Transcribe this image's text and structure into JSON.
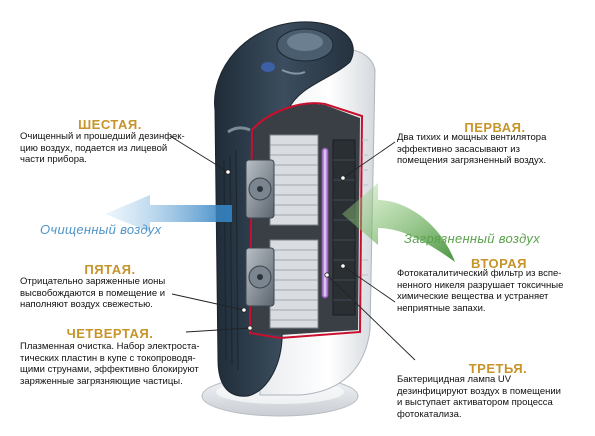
{
  "colors": {
    "heading": "#c7942a",
    "clean_air": "#4f95c8",
    "dirty_air": "#5aa24a",
    "body_dark": "#2f3e4c",
    "accent_red": "#c8102e"
  },
  "labels": {
    "clean_air": "Очищенный воздух",
    "dirty_air": "Загрязненный воздух"
  },
  "stages": {
    "sixth": {
      "title": "ШЕСТАЯ.",
      "lines": [
        "Очищенный и прошедший дезинфек-",
        "цию воздух, подается из лицевой",
        "части прибора."
      ]
    },
    "first": {
      "title": "ПЕРВАЯ.",
      "lines": [
        "Два тихих и мощных вентилятора",
        "эффективно засасывают из",
        "помещения загрязненный воздух."
      ]
    },
    "fifth": {
      "title": "ПЯТАЯ.",
      "lines": [
        "Отрицательно заряженные ионы",
        "высвобождаются в помещение и",
        "наполняют воздух свежестью."
      ]
    },
    "second": {
      "title": "ВТОРАЯ",
      "lines": [
        "Фотокаталитический фильтр из вспе-",
        "ненного никеля разрушает токсичные",
        "химические вещества и устраняет",
        "неприятные запахи."
      ]
    },
    "fourth": {
      "title": "ЧЕТВЕРТАЯ.",
      "lines": [
        "Плазменная очистка. Набор электроста-",
        "тических пластин в купе с токопроводя-",
        "щими струнами, эффективно блокируют",
        "заряженные загрязняющие частицы."
      ]
    },
    "third": {
      "title": "ТРЕТЬЯ.",
      "lines": [
        "Бактерицидная лампа UV",
        "дезинфицируют воздух в помещении",
        "и выступает активатором процесса",
        "фотокатализа."
      ]
    }
  }
}
